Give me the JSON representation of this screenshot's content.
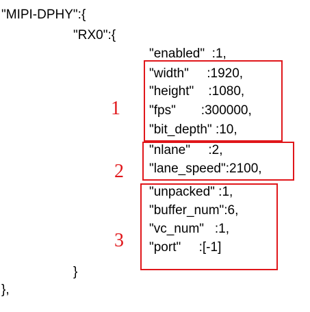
{
  "code": {
    "l1": "\"MIPI-DPHY\":{",
    "l2": "\"RX0\":{",
    "l3": "\"enabled\"  :1,",
    "l4": "\"width\"     :1920,",
    "l5": "\"height\"    :1080,",
    "l6": "\"fps\"       :300000,",
    "l7": "\"bit_depth\" :10,",
    "l8": "\"nlane\"     :2,",
    "l9": "\"lane_speed\":2100,",
    "l10": "\"unpacked\" :1,",
    "l11": "\"buffer_num\":6,",
    "l12": "\"vc_num\"   :1,",
    "l13": "\"port\"     :[-1]",
    "l14": "}",
    "l15": "},"
  },
  "annotations": {
    "m1": "1",
    "m2": "2",
    "m3": "3"
  },
  "colors": {
    "annotation": "#e0161a",
    "text": "#000000"
  }
}
